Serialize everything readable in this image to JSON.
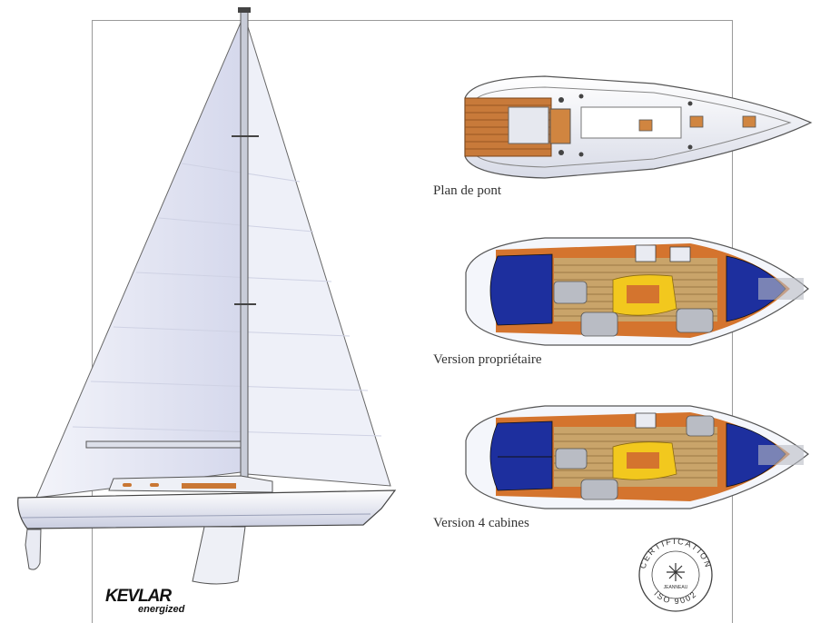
{
  "labels": {
    "deck_plan": "Plan de pont",
    "owner_version": "Version propriétaire",
    "four_cabin_version": "Version 4 cabines"
  },
  "brand": {
    "logo_main": "KEVLAR",
    "logo_sub": "energized"
  },
  "certification": {
    "ring_top": "CERTIFICATION",
    "ring_bottom": "ISO 9002",
    "center": "JEANNEAU"
  },
  "colors": {
    "hull_white": "#f4f6fb",
    "berth_blue": "#1d2f9e",
    "teak_wood": "#c87a3a",
    "cabin_orange": "#d4742e",
    "saloon_yellow": "#f2c81e",
    "grey_fittings": "#b9bcc4",
    "sail_shadow": "#d9dcef"
  }
}
